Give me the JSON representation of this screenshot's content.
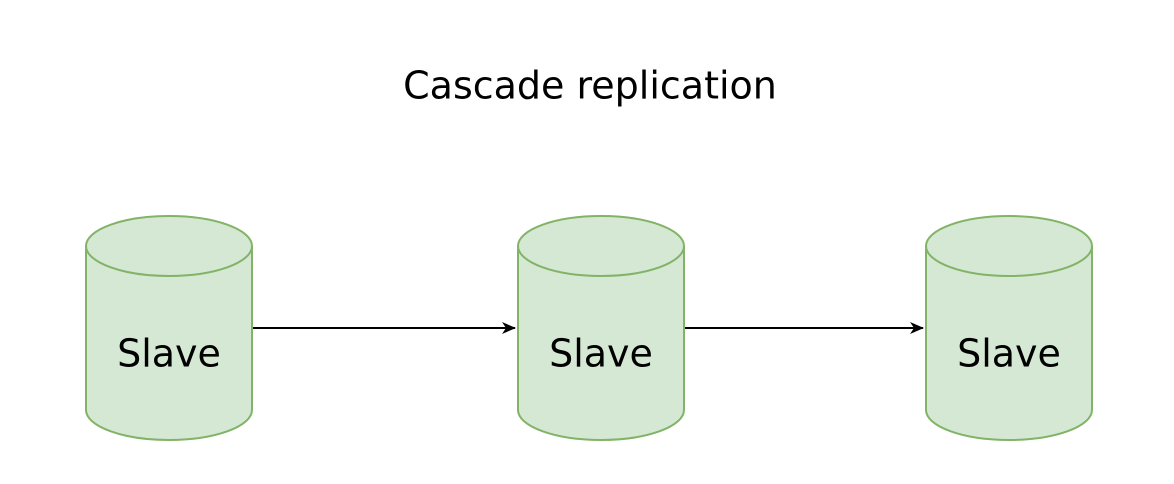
{
  "title": "Cascade replication",
  "colors": {
    "cylinder_fill": "#d5e8d4",
    "cylinder_stroke": "#82b366",
    "arrow": "#000000",
    "text": "#000000"
  },
  "nodes": [
    {
      "label": "Slave",
      "shape": "database-cylinder-icon"
    },
    {
      "label": "Slave",
      "shape": "database-cylinder-icon"
    },
    {
      "label": "Slave",
      "shape": "database-cylinder-icon"
    }
  ],
  "edges": [
    {
      "from": 0,
      "to": 1
    },
    {
      "from": 1,
      "to": 2
    }
  ]
}
